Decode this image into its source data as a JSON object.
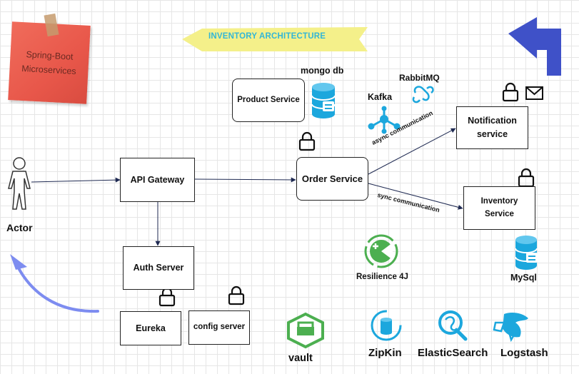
{
  "note": {
    "line1": "Spring-Boot",
    "line2": "Microservices"
  },
  "banner": {
    "title": "INVENTORY ARCHITECTURE"
  },
  "actor": {
    "label": "Actor"
  },
  "boxes": {
    "api_gateway": "API Gateway",
    "auth_server": "Auth Server",
    "eureka": "Eureka",
    "config_server": "config server",
    "product_service": "Product Service",
    "order_service": "Order Service",
    "notification_line1": "Notification",
    "notification_line2": "service",
    "inventory_line1": "Inventory",
    "inventory_line2": "Service"
  },
  "edges": {
    "async": "async communication",
    "sync": "sync communication"
  },
  "tech": {
    "mongodb": "mongo db",
    "rabbitmq": "RabbitMQ",
    "kafka": "Kafka",
    "resilience": "Resilience 4J",
    "mysql": "MySql",
    "vault": "vault",
    "zipkin": "ZipKin",
    "elasticsearch": "ElasticSearch",
    "logstash": "Logstash"
  },
  "colors": {
    "note": "#e8574a",
    "banner": "#f4f08a",
    "banner_text": "#33b6d6",
    "db": "#1ca7dd",
    "vault": "#4caf50",
    "resilience": "#4caf50",
    "arrow_blue": "#3f51c8",
    "arrow_light": "#7d8cf0",
    "edge": "#1f2a52"
  }
}
